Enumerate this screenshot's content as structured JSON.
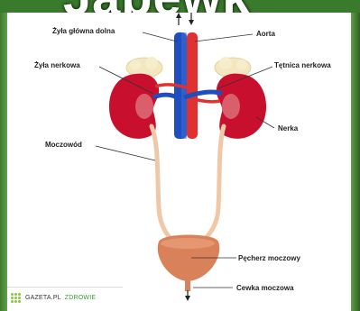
{
  "header": {
    "banner_text": "Jąbewk"
  },
  "labels": {
    "vena_cava": "Żyła główna dolna",
    "aorta": "Aorta",
    "renal_vein": "Żyła nerkowa",
    "renal_artery": "Tętnica nerkowa",
    "kidney": "Nerka",
    "ureter": "Moczowód",
    "bladder": "Pęcherz moczowy",
    "urethra": "Cewka moczowa"
  },
  "footer": {
    "brand": "GAZETA.PL",
    "section": "ZDROWIE"
  },
  "colors": {
    "kidney": "#c8102e",
    "vein": "#1f4fbf",
    "artery": "#e03030",
    "ureter": "#f0c8a8",
    "bladder": "#d9825a",
    "fat": "#f3e7c0",
    "frame": "#4f8a3c"
  }
}
